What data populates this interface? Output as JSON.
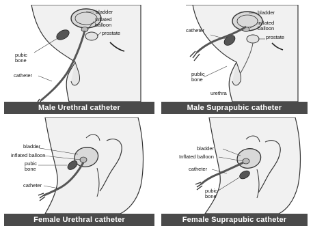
{
  "panels": [
    {
      "caption": "Male Urethral catheter",
      "labels": {
        "bladder": "bladder",
        "inflated_balloon": "Inflated balloon",
        "prostate": "prostate",
        "pubic_bone": "pubic bone",
        "catheter": "catheter"
      }
    },
    {
      "caption": "Male Suprapubic catheter",
      "labels": {
        "bladder": "bladder",
        "inflated_balloon": "inflated balloon",
        "prostate": "prostate",
        "catheter": "catheter",
        "pubic_bone": "public bone",
        "urethra": "urethra"
      }
    },
    {
      "caption": "Female Urethral catheter",
      "labels": {
        "bladder": "bladder",
        "inflated_balloon": "inflated balloon",
        "pubic_bone": "pubic bone",
        "catheter": "catheter"
      }
    },
    {
      "caption": "Female Suprapubic catheter",
      "labels": {
        "bladder": "bladder",
        "inflated_balloon": "Inflated balloon",
        "catheter": "catheter",
        "pubic_bone": "pubic bone"
      }
    }
  ],
  "colors": {
    "skin": "#f1f1f1",
    "outline": "#333333",
    "organ": "#d9d9d9",
    "dark": "#444444",
    "caption_bg": "#4a4a4a",
    "caption_text": "#ffffff"
  }
}
